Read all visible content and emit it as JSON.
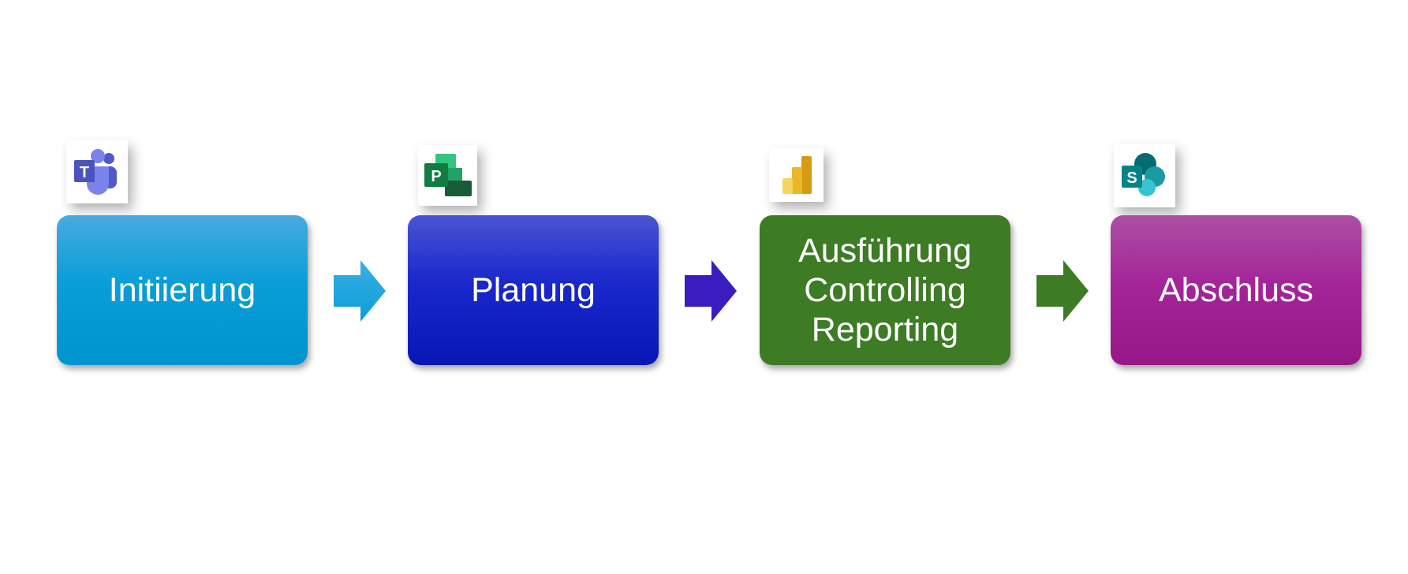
{
  "steps": [
    {
      "label_lines": [
        "Initiierung"
      ],
      "icon": "teams-icon",
      "color": "#0a9ed8"
    },
    {
      "label_lines": [
        "Planung"
      ],
      "icon": "project-icon",
      "color": "#1a28cc"
    },
    {
      "label_lines": [
        "Ausführung",
        "Controlling",
        "Reporting"
      ],
      "icon": "power-bi-icon",
      "color": "#3d7b24"
    },
    {
      "label_lines": [
        "Abschluss"
      ],
      "icon": "sharepoint-icon",
      "color": "#a4259a"
    }
  ],
  "icon_letters": {
    "teams": "T",
    "project": "P",
    "sharepoint": "S"
  }
}
